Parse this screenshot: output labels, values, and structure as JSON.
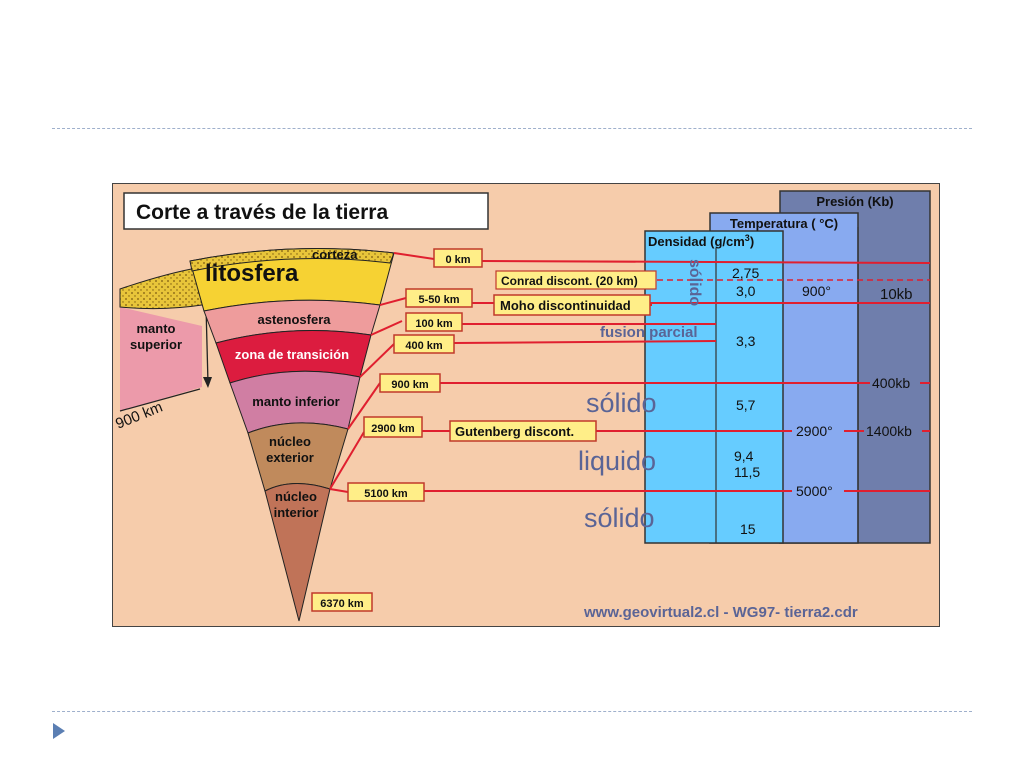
{
  "slide": {
    "divider_color": "#9fb0cc",
    "nav_icon": "triangle-bullet-icon",
    "nav_color": "#5b7fb3"
  },
  "diagram": {
    "title": "Corte a través de la tierra",
    "background": "#f6ccab",
    "layers": {
      "corteza": "corteza",
      "litosfera": "litosfera",
      "astenosfera": "astenosfera",
      "zona_transicion": "zona de transición",
      "manto_inferior": "manto inferior",
      "nucleo_exterior_1": "núcleo",
      "nucleo_exterior_2": "exterior",
      "nucleo_interior_1": "núcleo",
      "nucleo_interior_2": "interior",
      "manto_superior_1": "manto",
      "manto_superior_2": "superior",
      "side_depth": "900 km"
    },
    "depth_labels": [
      "0 km",
      "5-50 km",
      "100 km",
      "400 km",
      "900 km",
      "2900 km",
      "5100 km",
      "6370 km"
    ],
    "discontinuities": {
      "conrad": "Conrad discont. (20 km)",
      "moho": "Moho discontinuidad",
      "gutenberg": "Gutenberg discont."
    },
    "states": {
      "solido_vertical": "sólido",
      "fusion": "fusion parcial",
      "solido_1": "sólido",
      "liquido": "liquido",
      "solido_2": "sólido"
    },
    "columns": {
      "densidad": "Densidad (g/cm",
      "densidad_sup": "3",
      "densidad_close": ")",
      "temperatura": "Temperatura ( °C)",
      "presion": "Presión (Kb)"
    },
    "densidad_values": [
      "2,75",
      "3,0",
      "3,3",
      "5,7",
      "9,4",
      "11,5",
      "15"
    ],
    "temperatura_values": [
      "900°",
      "2900°",
      "5000°"
    ],
    "presion_values": [
      "10kb",
      "400kb",
      "1400kb"
    ],
    "credit": "www.geovirtual2.cl - WG97- tierra2.cdr",
    "colors": {
      "corteza": "#e8c53a",
      "litosfera": "#f6d233",
      "astenosfera": "#ee9c9c",
      "zona_transicion": "#dc1c3f",
      "manto_inferior": "#d07ea3",
      "nucleo_exterior": "#c08a5c",
      "nucleo_interior": "#c07358",
      "manto_superior": "#ec9aaa",
      "line_red": "#e01f2f",
      "densidad_col": "#66ccff",
      "temperatura_col": "#88aaf0",
      "presion_col": "#6f7eac",
      "label_box": "#ffee88",
      "state_text": "#5a6496"
    }
  }
}
